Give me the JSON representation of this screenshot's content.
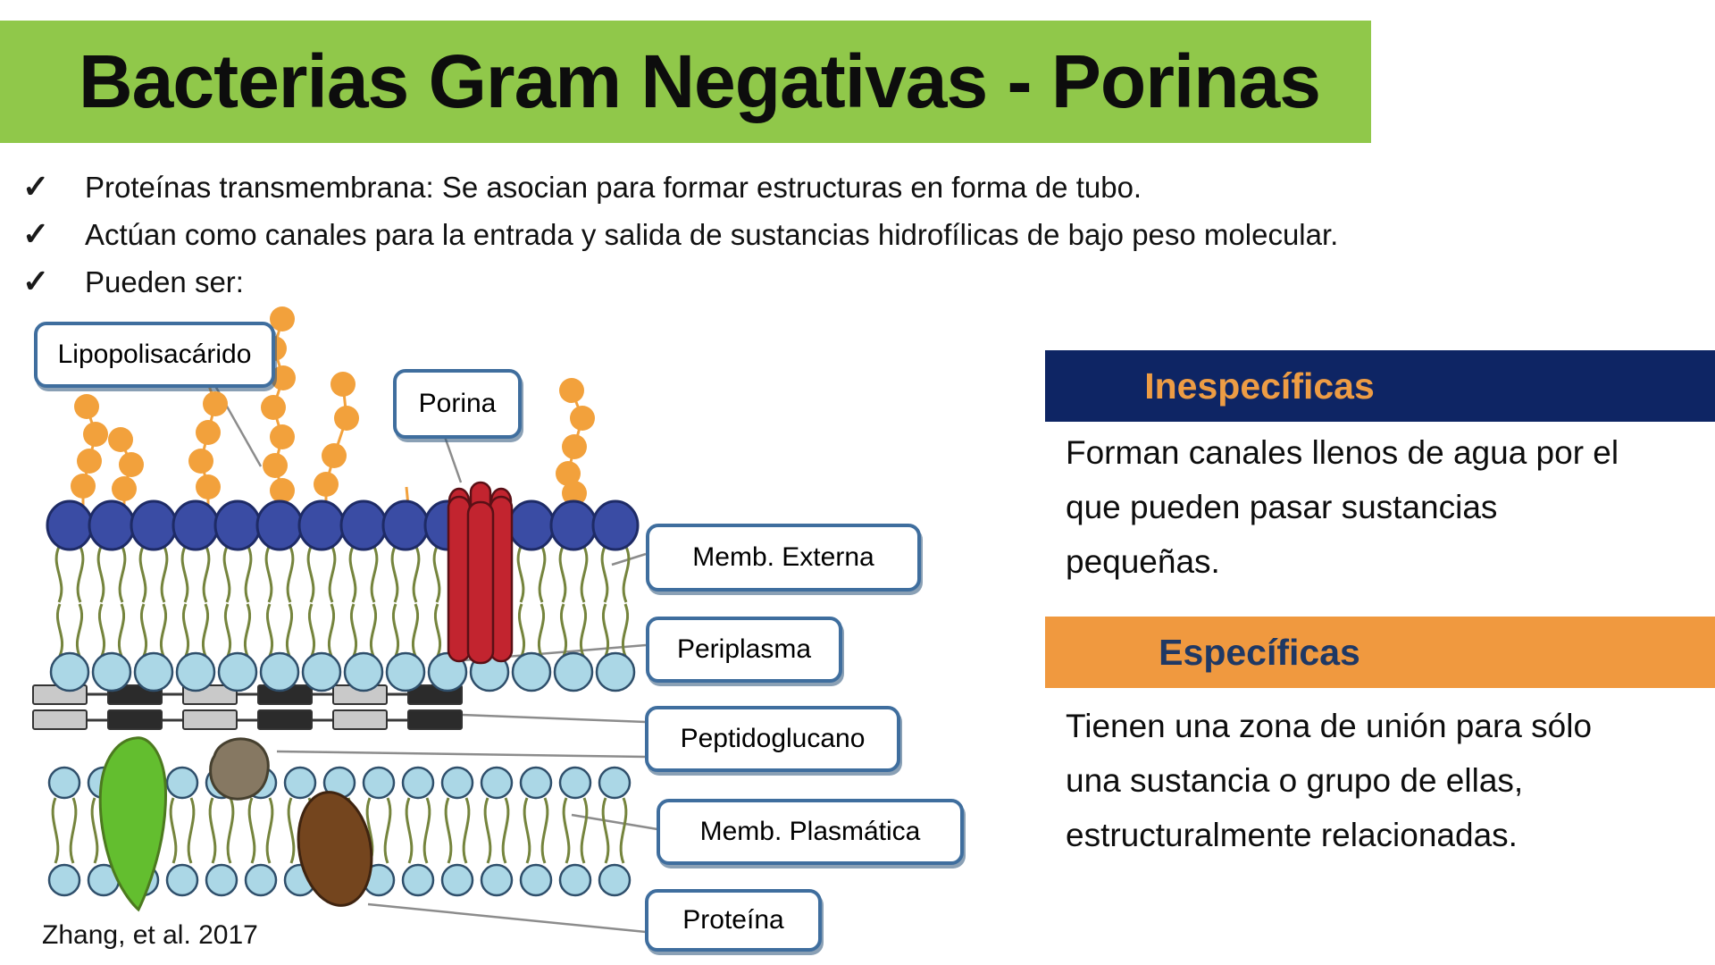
{
  "slide": {
    "title": "Bacterias Gram Negativas - Porinas",
    "check_glyph": "✓",
    "bullets": [
      "Proteínas transmembrana: Se asocian para formar estructuras en forma de tubo.",
      "Actúan como canales para la entrada y salida de sustancias hidrofílicas de bajo peso molecular.",
      "Pueden ser:"
    ],
    "citation": "Zhang, et al. 2017"
  },
  "diagram": {
    "labels": {
      "lipopolisacarido": "Lipopolisacárido",
      "porina": "Porina",
      "memb_externa": "Memb. Externa",
      "periplasma": "Periplasma",
      "peptidoglucano": "Peptidoglucano",
      "memb_plasmatica": "Memb. Plasmática",
      "proteina": "Proteína"
    }
  },
  "panels": {
    "inespecificas": {
      "title": "Inespecíficas",
      "body": "Forman canales llenos de agua por el que pueden pasar sustancias pequeñas."
    },
    "especificas": {
      "title": "Específicas",
      "body": "Tienen una zona de unión para sólo una sustancia o grupo de ellas, estructuralmente relacionadas."
    }
  },
  "colors": {
    "title_bar_green": "#90C84A",
    "navy_bar": "#0E2564",
    "orange_bar": "#F0993F",
    "inespecificas_text": "#ED9C44",
    "especificas_text": "#1F3864",
    "leader_gray": "#8C8C8C",
    "lps_orange": "#F2A13C",
    "head_blue": "#3A4CA4",
    "head_blue_stroke": "#1E2B66",
    "head_light": "#ABD7E6",
    "head_light_stroke": "#2F4F6B",
    "tail_olive": "#75843D",
    "pg_light": "#C9C9C9",
    "pg_dark": "#2B2B2B",
    "porin_red": "#C2242F",
    "porin_stroke": "#5A1016",
    "green_protein": "#63BE2F",
    "taupe_protein": "#867862",
    "brown_protein": "#74451E"
  }
}
